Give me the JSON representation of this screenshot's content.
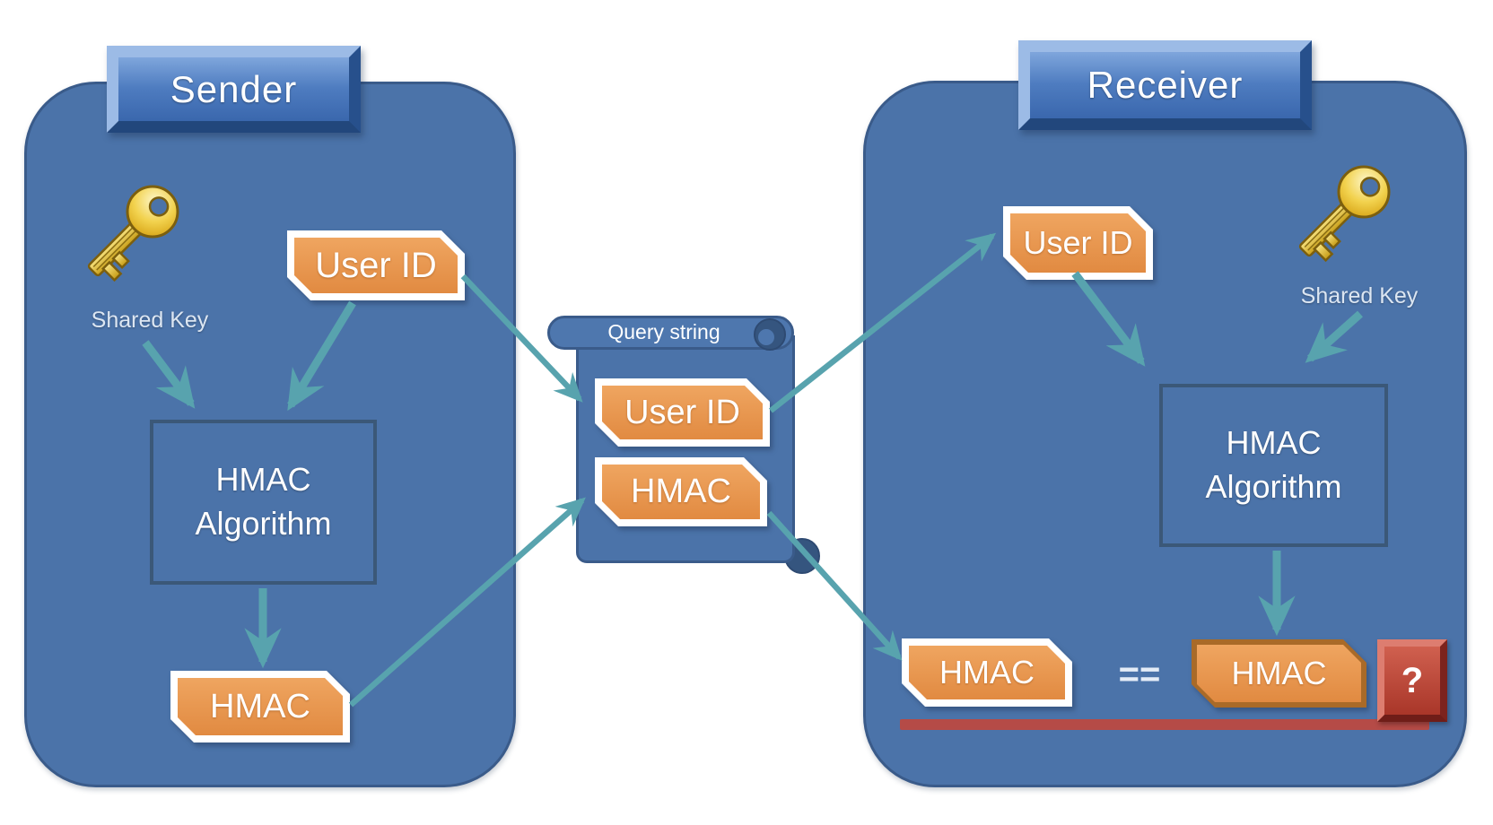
{
  "sender": {
    "title": "Sender",
    "shared_key_label": "Shared Key",
    "user_id_badge": "User ID",
    "algorithm_box": "HMAC Algorithm",
    "hmac_badge": "HMAC"
  },
  "query_string": {
    "title": "Query string",
    "user_id_badge": "User ID",
    "hmac_badge": "HMAC"
  },
  "receiver": {
    "title": "Receiver",
    "shared_key_label": "Shared Key",
    "user_id_badge": "User ID",
    "algorithm_box": "HMAC Algorithm",
    "received_hmac_badge": "HMAC",
    "computed_hmac_badge": "HMAC",
    "equals_label": "==",
    "question_label": "?"
  },
  "icons": {
    "sender_key": "key-icon",
    "receiver_key": "key-icon"
  },
  "colors": {
    "container_blue": "#4b73a9",
    "container_border": "#3a5b8a",
    "banner_blue": "#4e7cc0",
    "badge_orange": "#e8954e",
    "badge_border_white": "#ffffff",
    "badge_border_brown": "#a96a28",
    "process_box_border": "#3b5878",
    "arrow_teal": "#58a3ae",
    "underline_red": "#b54b47",
    "question_red": "#c04b3e",
    "key_gold": "#e8c22e",
    "label_text": "#dce6f2"
  },
  "edges": [
    {
      "from": "sender-shared-key",
      "to": "sender-hmac-algorithm"
    },
    {
      "from": "sender-user-id",
      "to": "sender-hmac-algorithm"
    },
    {
      "from": "sender-hmac-algorithm",
      "to": "sender-hmac"
    },
    {
      "from": "sender-user-id",
      "to": "query-string-user-id"
    },
    {
      "from": "sender-hmac",
      "to": "query-string-hmac"
    },
    {
      "from": "query-string-user-id",
      "to": "receiver-user-id"
    },
    {
      "from": "query-string-hmac",
      "to": "receiver-received-hmac"
    },
    {
      "from": "receiver-user-id",
      "to": "receiver-hmac-algorithm"
    },
    {
      "from": "receiver-shared-key",
      "to": "receiver-hmac-algorithm"
    },
    {
      "from": "receiver-hmac-algorithm",
      "to": "receiver-computed-hmac"
    }
  ]
}
